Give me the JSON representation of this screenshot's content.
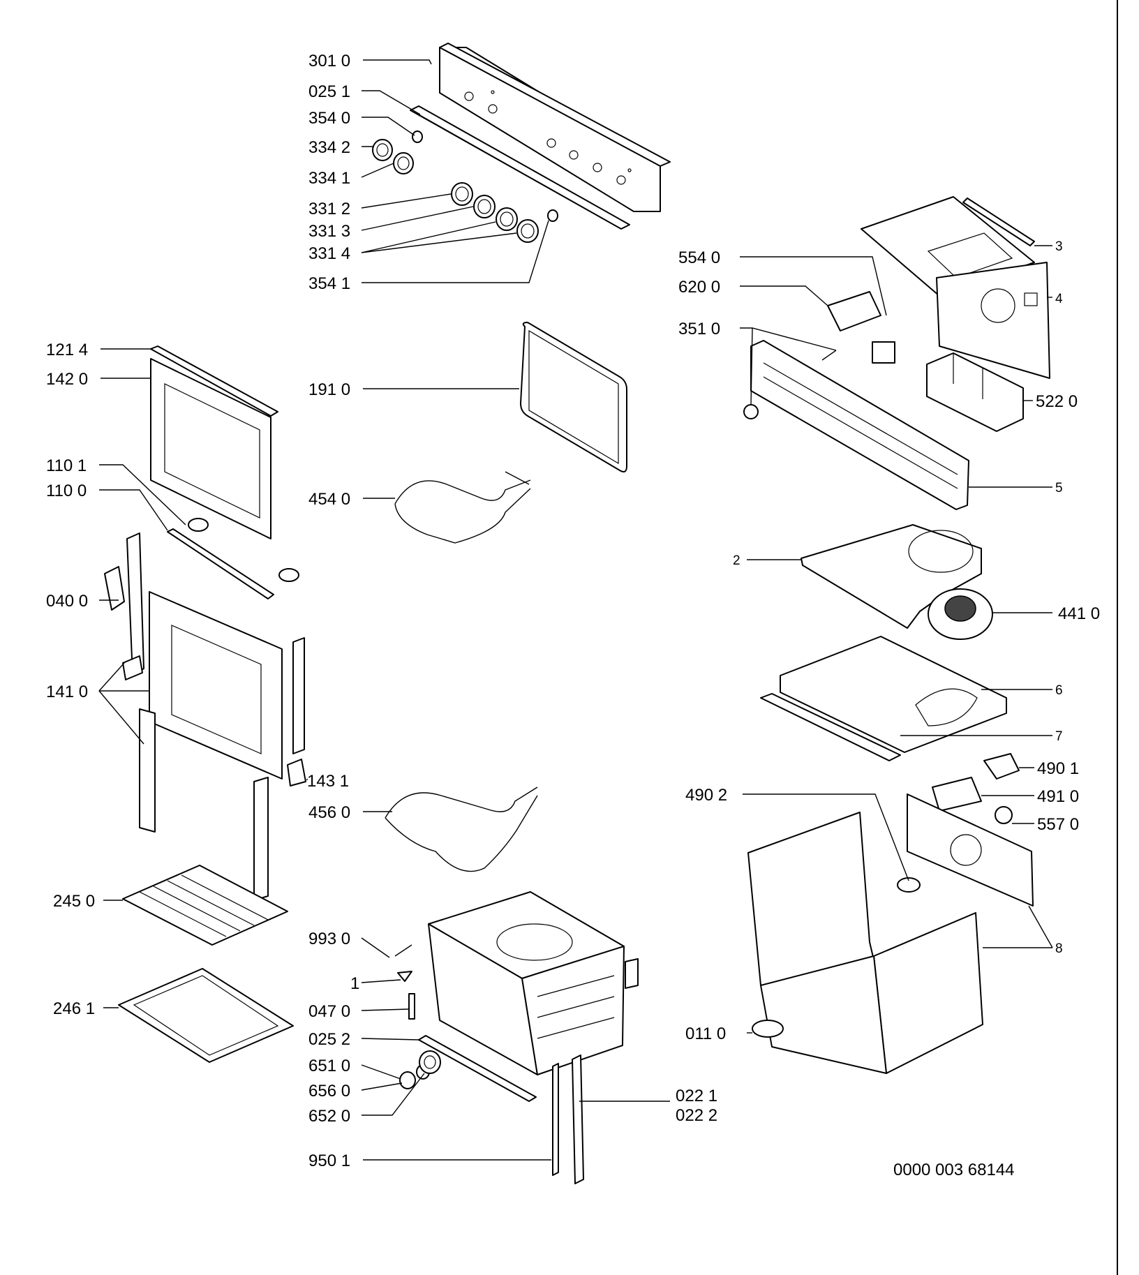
{
  "callouts": {
    "c3010": "301 0",
    "c0251": "025 1",
    "c3540": "354 0",
    "c3342": "334 2",
    "c3341": "334 1",
    "c3312": "331 2",
    "c3313": "331 3",
    "c3314": "331 4",
    "c3541": "354 1",
    "c1214": "121 4",
    "c1420": "142 0",
    "c1910": "191 0",
    "c1101": "110 1",
    "c1100": "110 0",
    "c4540": "454 0",
    "c0400": "040 0",
    "c1410": "141 0",
    "c1431": "143 1",
    "c4560": "456 0",
    "c2450": "245 0",
    "c2461": "246 1",
    "c9930": "993 0",
    "c1": "1",
    "c0470": "047 0",
    "c0252": "025 2",
    "c6510": "651 0",
    "c6560": "656 0",
    "c6520": "652 0",
    "c0221": "022 1",
    "c0222": "022 2",
    "c9501": "950 1",
    "c3": "3",
    "c5540": "554 0",
    "c6200": "620 0",
    "c4": "4",
    "c3510": "351 0",
    "c5220": "522 0",
    "c5": "5",
    "c2": "2",
    "c4410": "441 0",
    "c6": "6",
    "c7": "7",
    "c4901": "490 1",
    "c4902": "490 2",
    "c4910": "491 0",
    "c5570": "557 0",
    "c8": "8",
    "c0110": "011 0"
  },
  "drawing_number": "0000 003 68144"
}
